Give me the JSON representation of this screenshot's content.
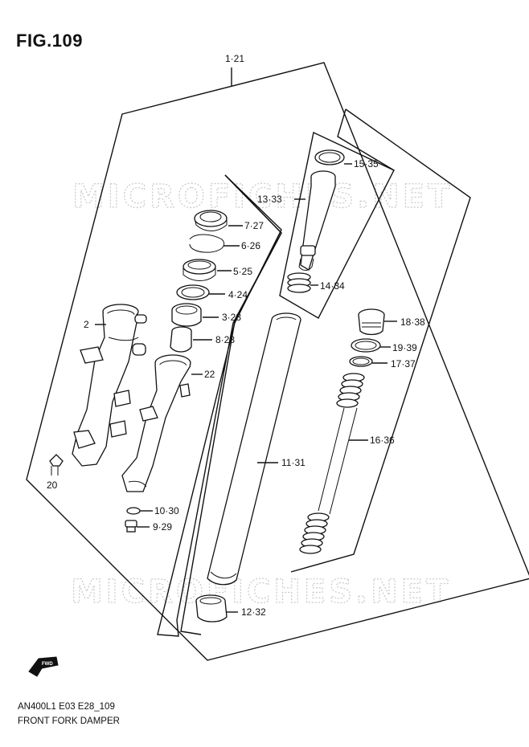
{
  "figure": {
    "title": "FIG.109",
    "footer_code": "AN400L1 E03 E28_109",
    "footer_name": "FRONT FORK DAMPER"
  },
  "watermark": {
    "text": "MICROFICHES.NET"
  },
  "callouts": [
    {
      "id": "assembly",
      "label": "1·21"
    },
    {
      "id": "fork-outer-tube",
      "label": "2"
    },
    {
      "id": "dust-seal",
      "label": "7·27"
    },
    {
      "id": "stopper-ring",
      "label": "6·26"
    },
    {
      "id": "oil-seal",
      "label": "5·25"
    },
    {
      "id": "washer-seal",
      "label": "4·24"
    },
    {
      "id": "slide-metal",
      "label": "3·23"
    },
    {
      "id": "oil-lock-piece",
      "label": "8·28"
    },
    {
      "id": "outer-tube-right",
      "label": "22"
    },
    {
      "id": "bleed-bolt",
      "label": "20"
    },
    {
      "id": "gasket",
      "label": "10·30"
    },
    {
      "id": "damper-bolt",
      "label": "9·29"
    },
    {
      "id": "piston-ring",
      "label": "15·35"
    },
    {
      "id": "damper-rod",
      "label": "13·33"
    },
    {
      "id": "rebound-spring",
      "label": "14·34"
    },
    {
      "id": "inner-tube",
      "label": "11·31"
    },
    {
      "id": "guide-metal",
      "label": "12·32"
    },
    {
      "id": "cap-bolt",
      "label": "18·38"
    },
    {
      "id": "o-ring",
      "label": "19·39"
    },
    {
      "id": "spacer",
      "label": "17·37"
    },
    {
      "id": "fork-spring",
      "label": "16·36"
    }
  ],
  "icons": {
    "front_arrow": "fwd-arrow-icon",
    "front_arrow_text": "FWD"
  }
}
